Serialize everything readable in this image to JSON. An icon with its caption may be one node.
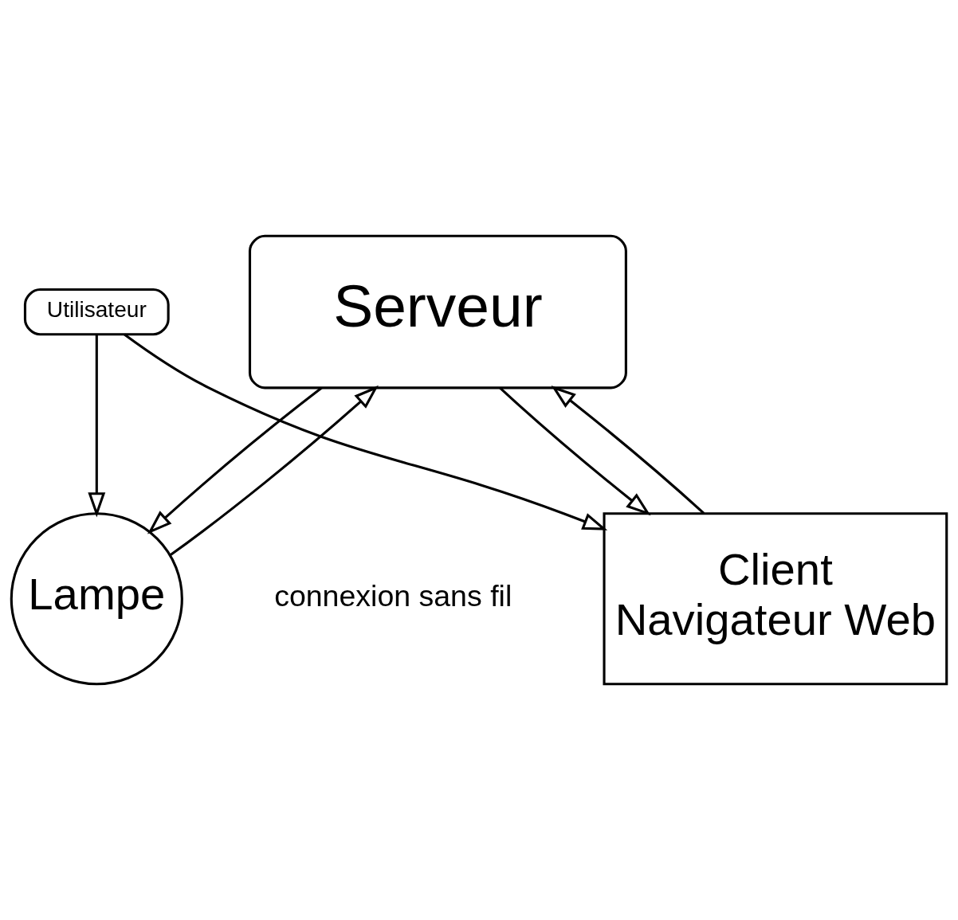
{
  "diagram": {
    "nodes": [
      {
        "text": [
          "Serveur"
        ]
      },
      {
        "text": [
          "Lampe"
        ]
      },
      {
        "text": [
          "Client",
          "Navigateur Web"
        ]
      },
      {
        "text": [
          "Utilisateur"
        ]
      }
    ],
    "edges": [
      {
        "from": 0,
        "to": 1,
        "arrow": "to"
      },
      {
        "from": 1,
        "to": 0,
        "arrow": "to"
      },
      {
        "from": 2,
        "to": 0,
        "arrow": "to"
      },
      {
        "from": 0,
        "to": 2,
        "arrow": "to"
      },
      {
        "from": 3,
        "to": 1,
        "arrow": "to"
      },
      {
        "from": 3,
        "to": 2,
        "arrow": "to"
      }
    ],
    "labels": [
      "connexion sans fil"
    ]
  }
}
